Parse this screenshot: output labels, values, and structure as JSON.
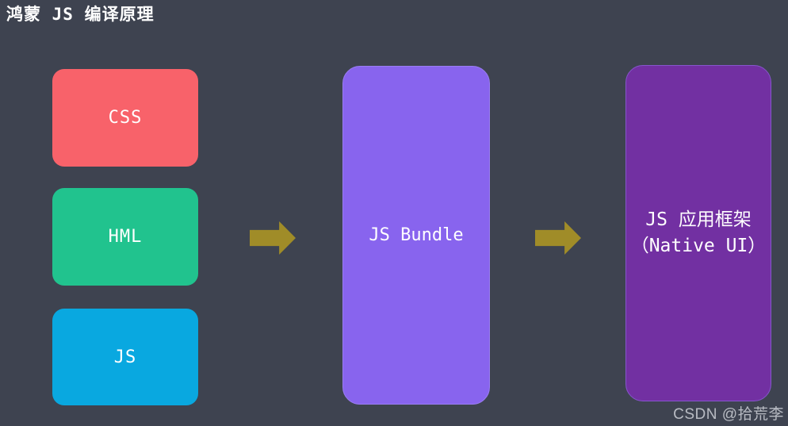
{
  "title": "鸿蒙 JS 编译原理",
  "diagram": {
    "sources": [
      {
        "label": "CSS",
        "color": "#f8626a"
      },
      {
        "label": "HML",
        "color": "#21c38e"
      },
      {
        "label": "JS",
        "color": "#09a8e0"
      }
    ],
    "bundle": {
      "label": "JS Bundle",
      "color": "#8864ee"
    },
    "framework": {
      "label_line1": "JS 应用框架",
      "label_line2": "（Native UI）",
      "color": "#7230a2"
    },
    "arrow_color": "#a08c28",
    "background_color": "#3e4350",
    "text_color": "#ffffff"
  },
  "watermark": "CSDN @拾荒李"
}
